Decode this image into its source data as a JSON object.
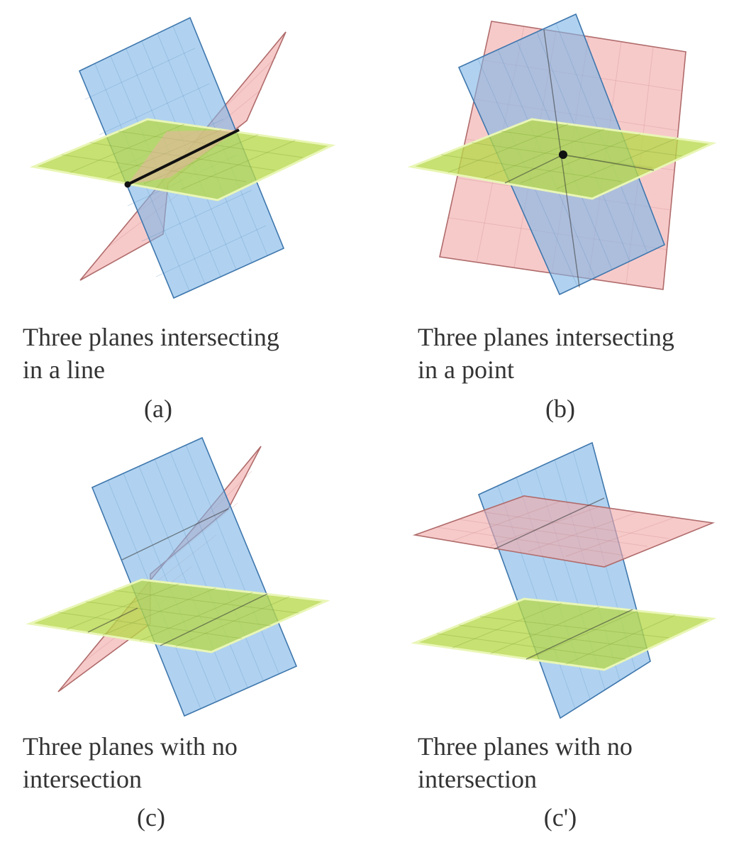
{
  "figures": [
    {
      "id": "a",
      "caption_line1": "Three planes intersecting",
      "caption_line2": "in a line",
      "label": "(a)"
    },
    {
      "id": "b",
      "caption_line1": "Three planes intersecting",
      "caption_line2": "in a point",
      "label": "(b)"
    },
    {
      "id": "c",
      "caption_line1": "Three planes with no",
      "caption_line2": "intersection",
      "label": "(c)"
    },
    {
      "id": "c-prime",
      "caption_line1": "Three planes with no",
      "caption_line2": "intersection",
      "label": "(c')"
    }
  ],
  "colors": {
    "blue_plane": "#7fb6e6",
    "pink_plane": "#f2aaaa",
    "green_plane": "#b7d94a",
    "intersection": "#111111",
    "caption_text": "#333333"
  }
}
